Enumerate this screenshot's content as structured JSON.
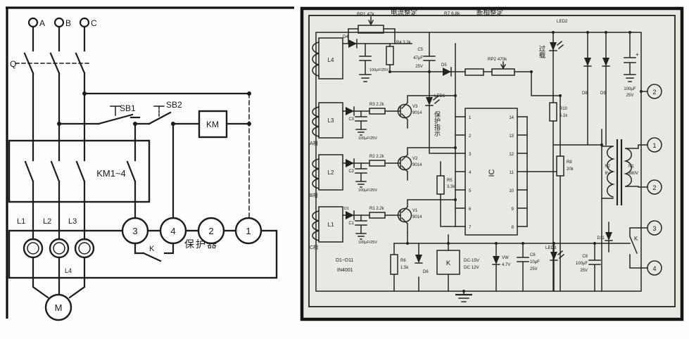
{
  "colors": {
    "ink": "#1c1c1a",
    "right_panel_bg": "#e9e8e2",
    "paper": "#fdfdfc"
  },
  "left": {
    "phase_a": "A",
    "phase_b": "B",
    "phase_c": "C",
    "breaker": "Q",
    "sb1": "SB1",
    "sb2": "SB2",
    "km_coil": "KM",
    "km_contacts": "KM1~4",
    "l1": "L1",
    "l2": "L2",
    "l3": "L3",
    "l4": "L4",
    "t3": "3",
    "t4": "4",
    "t2": "2",
    "t1": "1",
    "k": "K",
    "protector": "保护器",
    "motor": "M"
  },
  "right": {
    "top": {
      "d4": "D4",
      "rp1": "RP1 47k",
      "current_setting": "电流整定",
      "r7": "R7 6.8k",
      "phase_setting": "断相整定",
      "led2": "LED2",
      "overload": "过载",
      "r10_name": "R10",
      "r10_val": "5.1k",
      "d8": "D8",
      "d9": "D9",
      "cap_val1": "100μF",
      "cap_val2": "25V",
      "plus": "+",
      "term_top": "2"
    },
    "inputs": {
      "tag_a": "A相",
      "tag_b": "B相",
      "tag_c": "C相",
      "l4": "L4",
      "l3": "L3",
      "l2": "L2",
      "l1": "L1",
      "d1": "D1",
      "r4": "R4 3.3k",
      "c4v": "100μF/25V",
      "c3n": "C3",
      "c3v": "100μF/25V",
      "c2n": "C2",
      "c2v": "100μF/25V",
      "c1n": "C1",
      "c1v": "100μF/25V",
      "r3": "R3 2.2k",
      "r2": "R2 2.2k",
      "r1": "R1 2.2k",
      "v3n": "V3",
      "v3v": "9014",
      "v2n": "V2",
      "v2v": "9014",
      "v1n": "V1",
      "v1v": "9014"
    },
    "mid": {
      "c5n": "C5",
      "c5v1": "47μF",
      "c5v2": "25V",
      "d5": "D5",
      "rp2": "RP2 470k",
      "led1": "LED1",
      "led1_caption": "保护指示",
      "r5n": "R5",
      "r5v": "3.3k",
      "ic": "IC",
      "pl": [
        "1",
        "2",
        "3",
        "4",
        "5",
        "6",
        "7"
      ],
      "pr": [
        "14",
        "13",
        "12",
        "11",
        "10",
        "9",
        "8"
      ]
    },
    "rs": {
      "r8n": "R8",
      "r8v": "20k",
      "n2n": "N2",
      "n2v": "6V",
      "n1n": "N1",
      "n1v": "380V",
      "t1": "1",
      "t2": "2",
      "t3": "3",
      "t4": "4",
      "k": "K",
      "d11": "D11"
    },
    "bottom": {
      "dseries": "D1~D11",
      "dmodel": "IN4001",
      "r6n": "R6",
      "r6v": "1.5k",
      "d6": "D6",
      "relay": "K",
      "rv1": "DC-15V",
      "rv2": "DC 12V",
      "zn": "VW",
      "zv": "4.7V",
      "c6n": "C6",
      "c6v1": "10μF",
      "c6v2": "25V",
      "led3": "LED3",
      "c8n": "C8",
      "c8v1": "100μF",
      "c8v2": "25V"
    }
  }
}
